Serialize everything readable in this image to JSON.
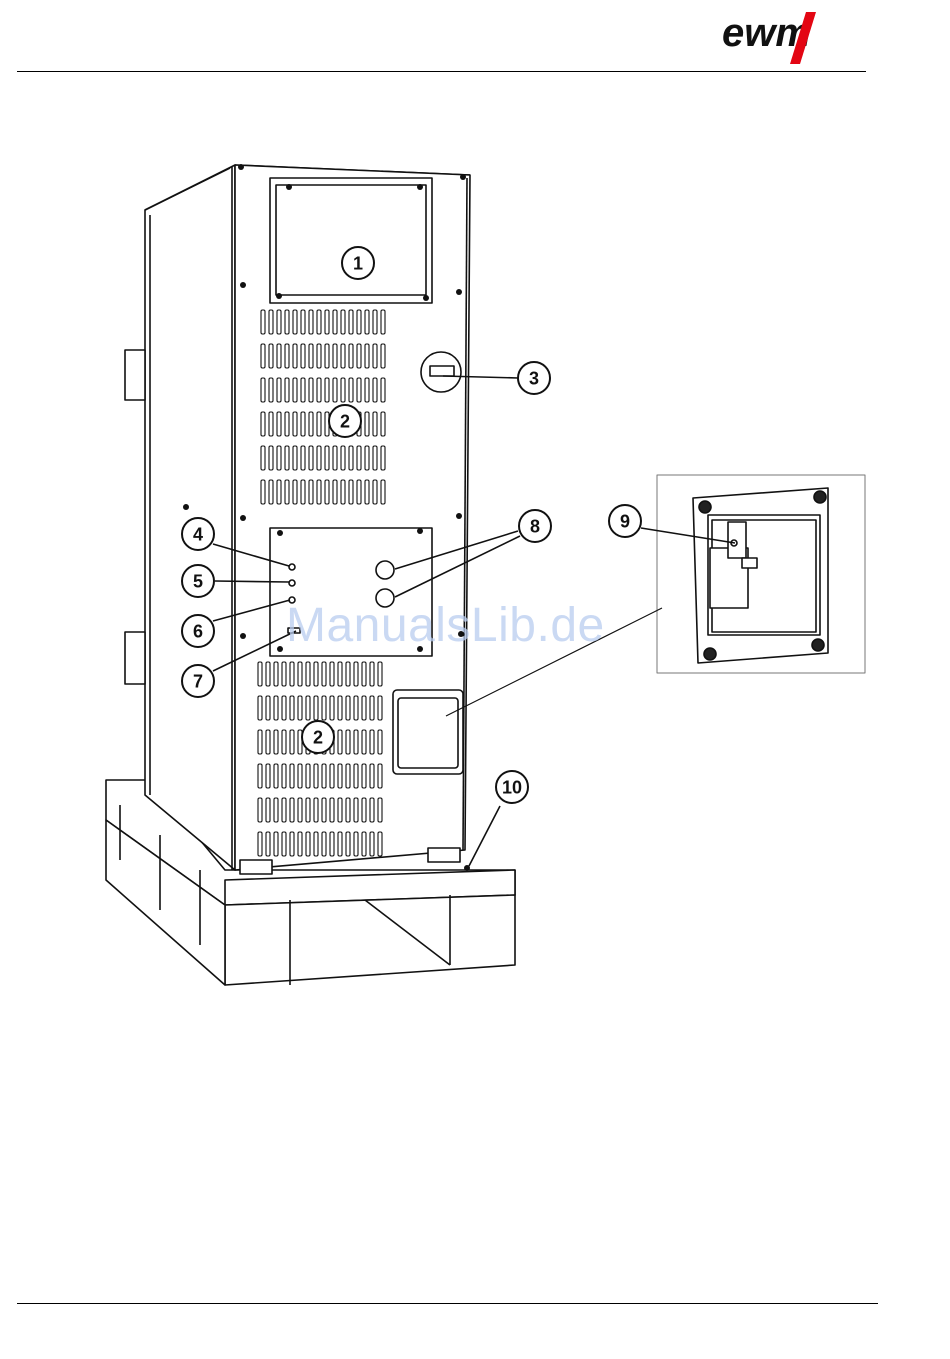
{
  "header": {
    "logo_text": "ewm"
  },
  "figure": {
    "callouts": [
      {
        "id": "c1",
        "label": "1"
      },
      {
        "id": "c2a",
        "label": "2"
      },
      {
        "id": "c2b",
        "label": "2"
      },
      {
        "id": "c3",
        "label": "3"
      },
      {
        "id": "c4",
        "label": "4"
      },
      {
        "id": "c5",
        "label": "5"
      },
      {
        "id": "c6",
        "label": "6"
      },
      {
        "id": "c7",
        "label": "7"
      },
      {
        "id": "c8",
        "label": "8"
      },
      {
        "id": "c9",
        "label": "9"
      },
      {
        "id": "c10",
        "label": "10"
      }
    ]
  },
  "watermark": {
    "text": "ManualsLib.de"
  }
}
